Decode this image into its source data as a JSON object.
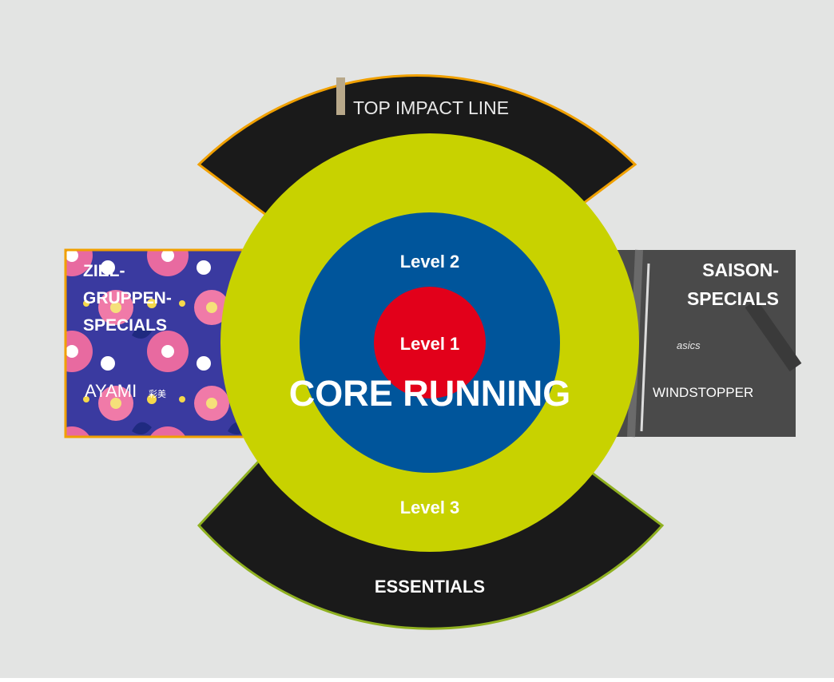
{
  "diagram": {
    "center_title": "CORE RUNNING",
    "levels": {
      "level1": "Level 1",
      "level2": "Level 2",
      "level3": "Level 3"
    },
    "top_band": {
      "label": "TOP IMPACT LINE",
      "logo_glyph": "i"
    },
    "bottom_band": {
      "label": "ESSENTIALS"
    },
    "left_panel": {
      "lines": [
        "ZIEL-",
        "GRUPPEN-",
        "SPECIALS"
      ],
      "brand": "AYAMI",
      "brand_kanji": "彩美"
    },
    "right_panel": {
      "lines": [
        "SAISON-",
        "SPECIALS"
      ],
      "brand": "asics",
      "product": "WINDSTOPPER"
    }
  },
  "colors": {
    "background": "#e3e4e3",
    "outer_ring": "#c8d200",
    "middle_ring": "#00559b",
    "inner_circle": "#e2001a",
    "dark_band": "#1a1a1a",
    "top_band_border": "#f0a000",
    "bottom_band_border": "#8fb020",
    "left_panel_border": "#f0a000",
    "right_panel_bg": "#4a4a4a",
    "text_light": "#ffffff"
  },
  "icons": [
    "top-impact-logo-icon",
    "asics-logo-icon"
  ]
}
